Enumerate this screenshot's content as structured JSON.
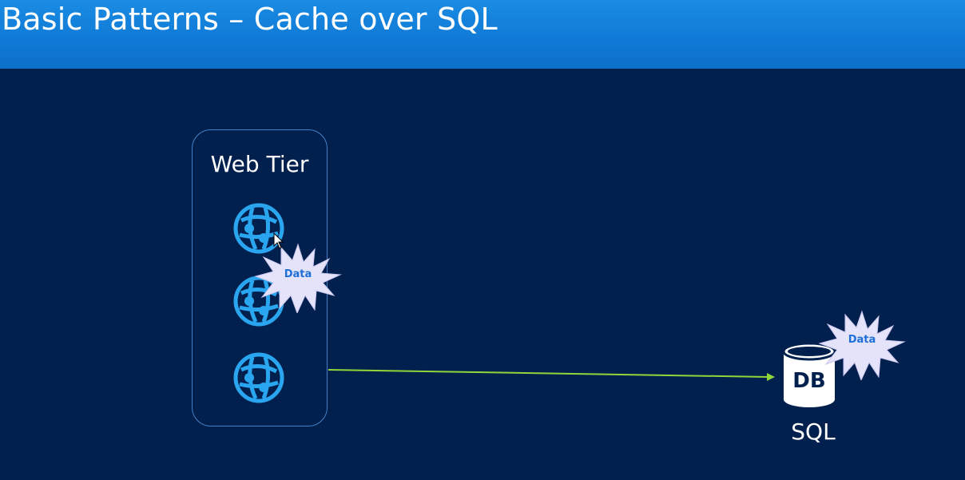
{
  "header": {
    "title": "Basic Patterns – Cache over SQL"
  },
  "web_tier": {
    "label": "Web Tier",
    "servers": [
      {
        "icon": "web-app-globe-icon"
      },
      {
        "icon": "web-app-globe-icon"
      },
      {
        "icon": "web-app-globe-icon"
      }
    ]
  },
  "data_bursts": [
    {
      "label": "Data",
      "location": "web-tier"
    },
    {
      "label": "Data",
      "location": "database"
    }
  ],
  "database": {
    "icon_text": "DB",
    "label": "SQL"
  },
  "colors": {
    "background": "#02204d",
    "title_bar": "#1580d8",
    "connector": "#8fd63a",
    "globe": "#2aa6f0",
    "burst_fill": "#e4e3fa",
    "burst_text": "#1e6fd8"
  }
}
